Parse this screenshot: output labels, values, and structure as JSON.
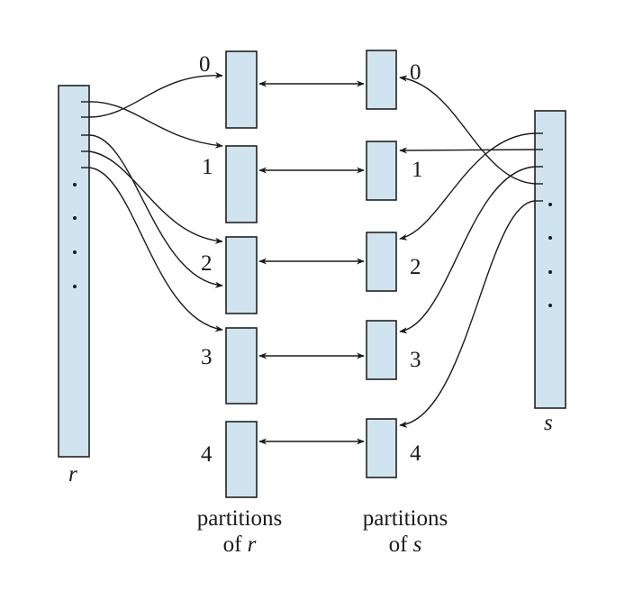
{
  "relations": {
    "r": {
      "name": "r"
    },
    "s": {
      "name": "s"
    }
  },
  "partitions": {
    "r_labels": [
      "0",
      "1",
      "2",
      "3",
      "4"
    ],
    "s_labels": [
      "0",
      "1",
      "2",
      "3",
      "4"
    ]
  },
  "captions": {
    "r_caption_line1": "partitions",
    "r_caption_of": "of",
    "r_caption_rel": "r",
    "s_caption_line1": "partitions",
    "s_caption_of": "of",
    "s_caption_rel": "s"
  },
  "colors": {
    "box_fill": "#cfe4ee",
    "stroke": "#1a1a1a"
  }
}
